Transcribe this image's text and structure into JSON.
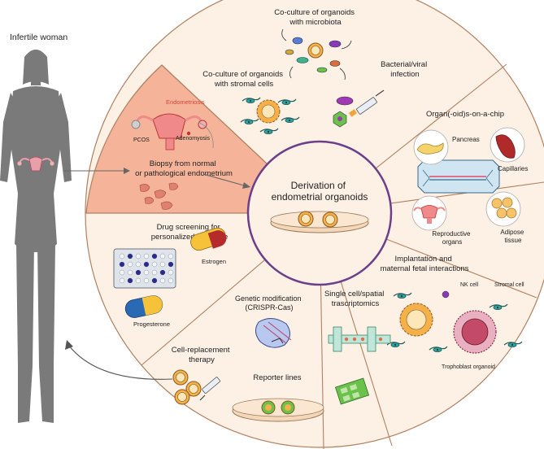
{
  "figure": {
    "subject_label": "Infertile woman",
    "biopsy": {
      "endometriosis": "Endometriosis",
      "pcos": "PCOS",
      "adenomyosis": "Adenomyosis",
      "caption_line1": "Biopsy from normal",
      "caption_line2": "or pathological endometrium"
    },
    "center": {
      "line1": "Derivation of",
      "line2": "endometrial organoids"
    },
    "sections": {
      "microbiota": {
        "line1": "Co-culture of organoids",
        "line2": "with microbiota"
      },
      "stromal": {
        "line1": "Co-culture of organoids",
        "line2": "with stromal cells"
      },
      "infection": {
        "line1": "Bacterial/viral",
        "line2": "infection"
      },
      "chip": {
        "title": "Organ(-oid)s-on-a-chip",
        "pancreas": "Pancreas",
        "capillaries": "Capillaries",
        "reproductive_line1": "Reproductive",
        "reproductive_line2": "organs",
        "adipose_line1": "Adipose",
        "adipose_line2": "tissue"
      },
      "implantation": {
        "line1": "Implantation and",
        "line2": "maternal fetal interactions",
        "nk": "NK cell",
        "stromal_cell": "Stromal cell",
        "trophoblast": "Trophoblast organoid"
      },
      "single_cell": {
        "line1": "Single cell/spatial",
        "line2": "trascriptomics"
      },
      "genetic": {
        "line1": "Genetic modification",
        "line2": "(CRISPR-Cas)"
      },
      "reporter": {
        "label": "Reporter lines"
      },
      "replacement": {
        "line1": "Cell-replacement",
        "line2": "therapy"
      },
      "drug": {
        "line1": "Drug screening for",
        "line2": "personalized medicine",
        "estrogen": "Estrogen",
        "progesterone": "Progesterone"
      }
    },
    "colors": {
      "peach_fill": "#fdf0e4",
      "wedge_fill": "#f5b49a",
      "wheel_stroke": "#b08060",
      "center_stroke": "#6b3f8a",
      "silhouette": "#7a7a7a",
      "organoid_orange": "#f0a43a",
      "accent_red": "#d6453a"
    }
  }
}
